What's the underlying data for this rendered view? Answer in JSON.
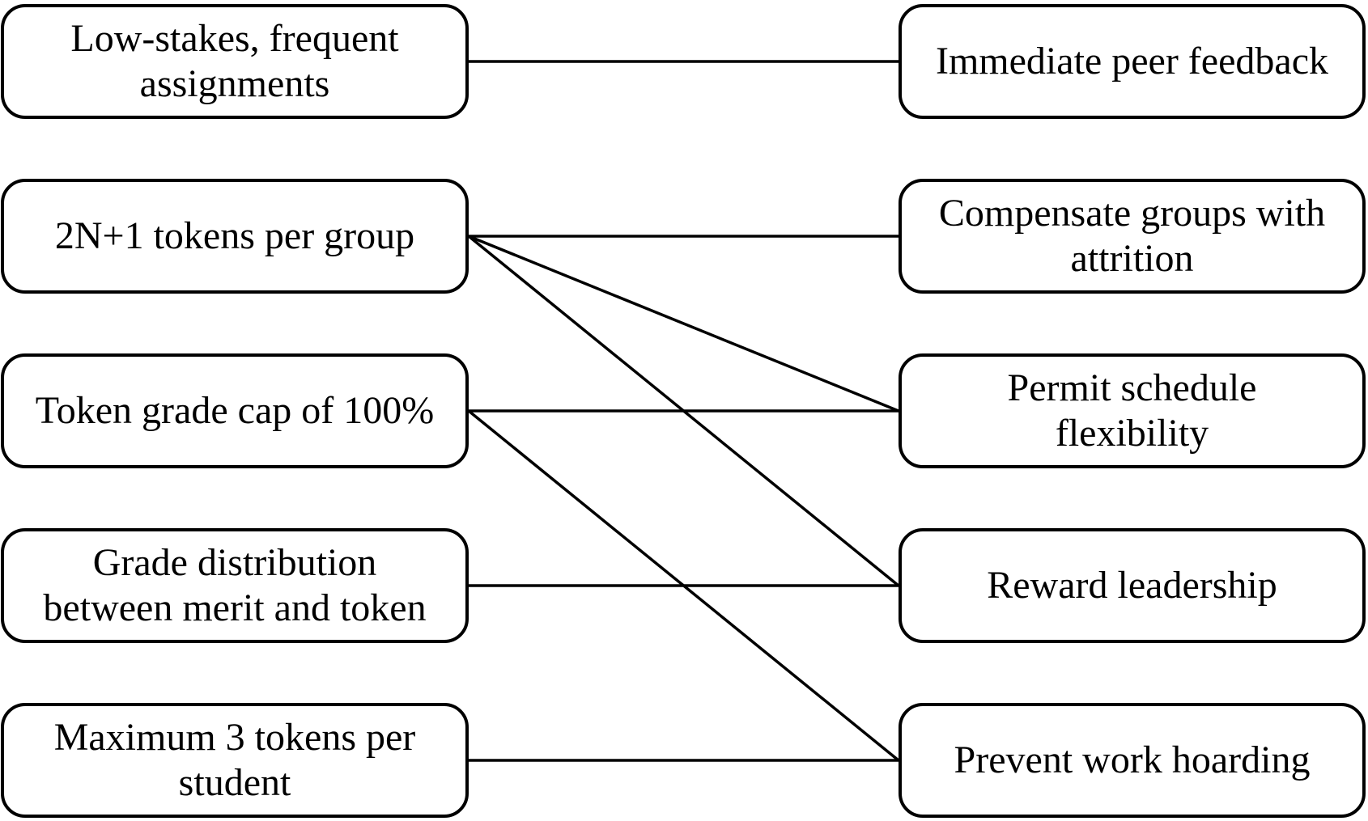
{
  "figure": {
    "background_color": "#ffffff",
    "box_fill_color": "#ffffff",
    "box_border_color": "#000000",
    "text_color": "#000000",
    "line_color": "#000000"
  },
  "nodes": {
    "left": [
      {
        "id": "low-stakes-frequent-assignments",
        "lines": [
          "Low-stakes, frequent",
          "assignments"
        ]
      },
      {
        "id": "tokens-per-group",
        "lines": [
          "2N+1 tokens per group"
        ]
      },
      {
        "id": "token-grade-cap",
        "lines": [
          "Token grade cap of 100%"
        ]
      },
      {
        "id": "grade-distribution",
        "lines": [
          "Grade distribution",
          "between merit and token"
        ]
      },
      {
        "id": "max-tokens-per-student",
        "lines": [
          "Maximum 3 tokens per",
          "student"
        ]
      }
    ],
    "right": [
      {
        "id": "immediate-peer-feedback",
        "lines": [
          "Immediate peer feedback"
        ]
      },
      {
        "id": "compensate-groups-attrition",
        "lines": [
          "Compensate groups with",
          "attrition"
        ]
      },
      {
        "id": "permit-schedule-flexibility",
        "lines": [
          "Permit schedule",
          "flexibility"
        ]
      },
      {
        "id": "reward-leadership",
        "lines": [
          "Reward leadership"
        ]
      },
      {
        "id": "prevent-work-hoarding",
        "lines": [
          "Prevent work hoarding"
        ]
      }
    ]
  },
  "edges": [
    {
      "from": "low-stakes-frequent-assignments",
      "to": "immediate-peer-feedback"
    },
    {
      "from": "tokens-per-group",
      "to": "compensate-groups-attrition"
    },
    {
      "from": "tokens-per-group",
      "to": "permit-schedule-flexibility"
    },
    {
      "from": "tokens-per-group",
      "to": "reward-leadership"
    },
    {
      "from": "token-grade-cap",
      "to": "permit-schedule-flexibility"
    },
    {
      "from": "token-grade-cap",
      "to": "prevent-work-hoarding"
    },
    {
      "from": "grade-distribution",
      "to": "reward-leadership"
    },
    {
      "from": "max-tokens-per-student",
      "to": "prevent-work-hoarding"
    }
  ]
}
